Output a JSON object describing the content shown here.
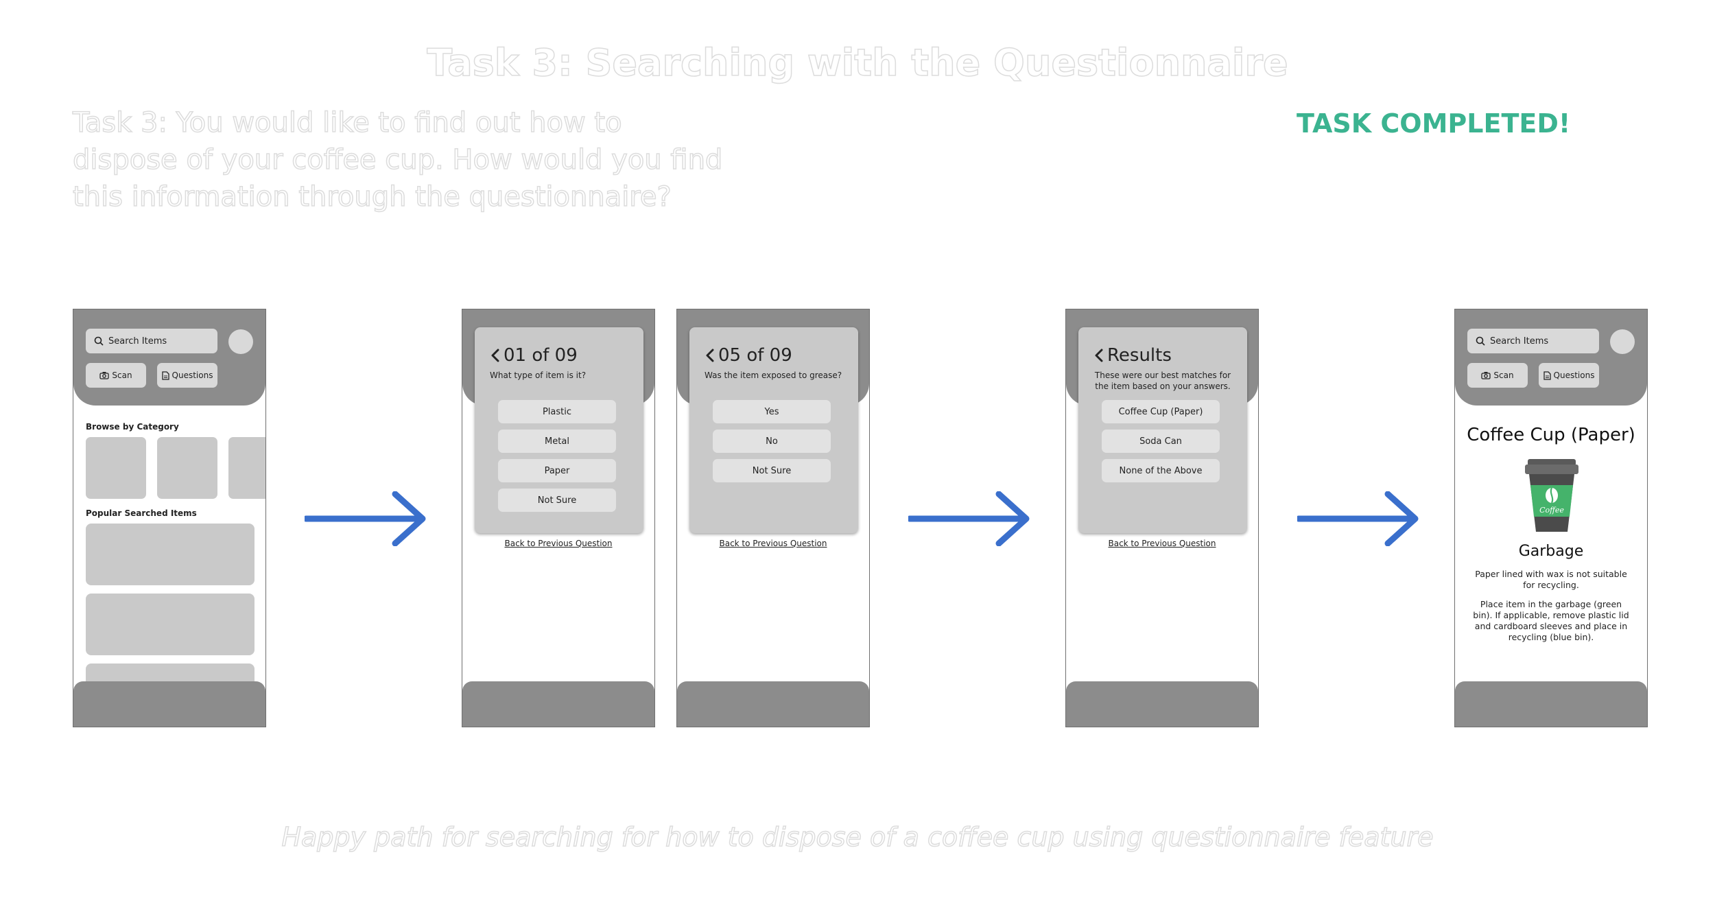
{
  "header": {
    "title": "Task 3: Searching with the Questionnaire",
    "task_description": "Task 3: You would like to find out how to dispose of your coffee cup. How would you  find this information through the questionnaire?",
    "status": "TASK COMPLETED!"
  },
  "caption": "Happy path for searching for how to dispose of a coffee cup using questionnaire feature",
  "colors": {
    "accent_green": "#3bb390",
    "arrow_blue": "#3a6fcc",
    "header_gray": "#8c8c8c",
    "tile_gray": "#c9c9c9"
  },
  "home_screen": {
    "search_placeholder": "Search Items",
    "scan_label": "Scan",
    "questions_label": "Questions",
    "browse_label": "Browse by Category",
    "popular_label": "Popular Searched Items"
  },
  "question_1": {
    "counter": "01 of 09",
    "prompt": "What type of item is it?",
    "options": [
      "Plastic",
      "Metal",
      "Paper",
      "Not Sure"
    ],
    "back_link": "Back to Previous Question"
  },
  "question_5": {
    "counter": "05 of 09",
    "prompt": "Was the item exposed to grease?",
    "options": [
      "Yes",
      "No",
      "Not Sure"
    ],
    "back_link": "Back to Previous Question"
  },
  "results_screen": {
    "title": "Results",
    "subtitle": "These were our best matches for the item based on your answers.",
    "options": [
      "Coffee Cup (Paper)",
      "Soda Can",
      "None of the Above"
    ],
    "back_link": "Back to Previous Question"
  },
  "item_screen": {
    "search_placeholder": "Search Items",
    "scan_label": "Scan",
    "questions_label": "Questions",
    "item_title": "Coffee Cup (Paper)",
    "cup_label": "Coffee",
    "category": "Garbage",
    "reason": "Paper lined with wax is not suitable for recycling.",
    "instructions": "Place item in the garbage (green bin). If applicable, remove plastic lid and cardboard sleeves and place in recycling (blue bin)."
  }
}
